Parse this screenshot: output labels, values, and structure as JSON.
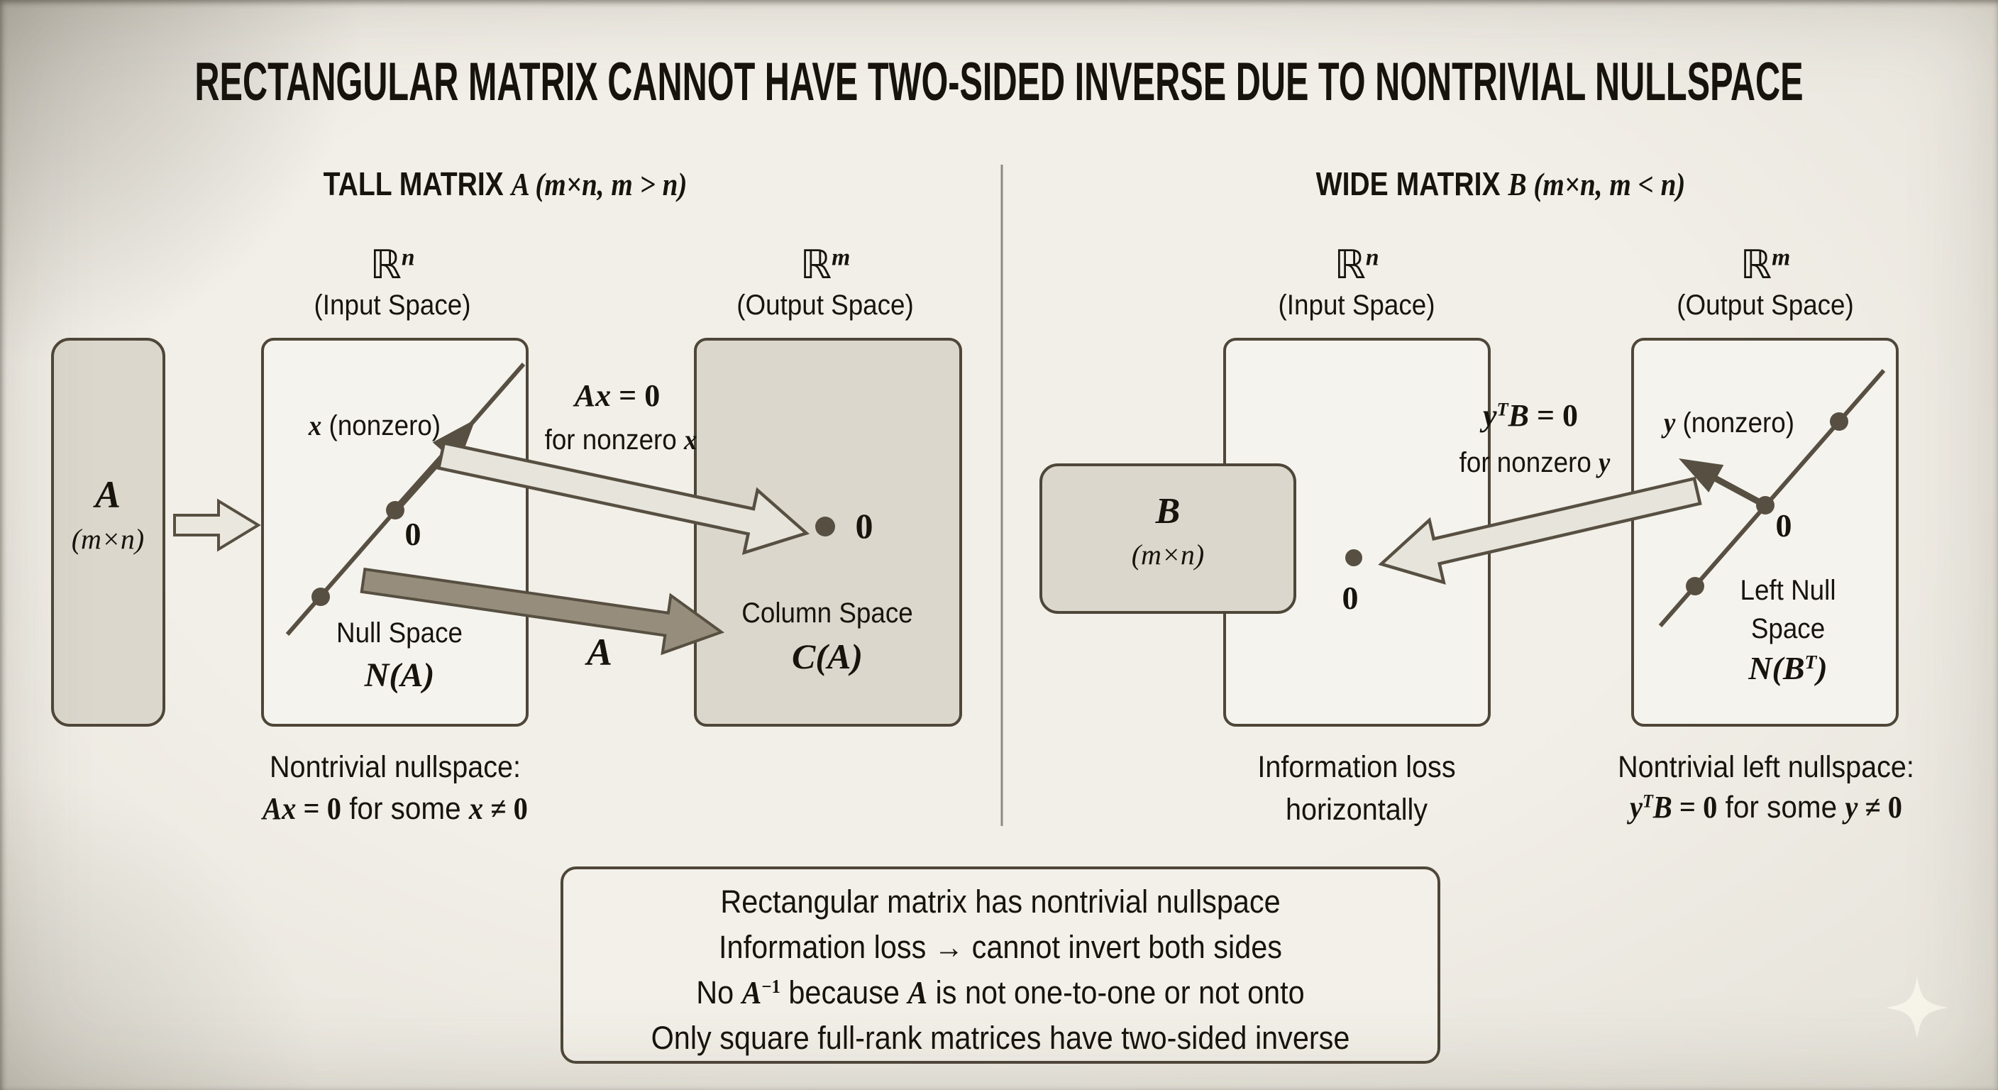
{
  "title": "RECTANGULAR MATRIX CANNOT HAVE TWO-SIDED INVERSE DUE TO NONTRIVIAL NULLSPACE",
  "left_panel": {
    "header_label": "TALL MATRIX ",
    "header_math": "A (m×n, m > n)",
    "rn": {
      "sym": "ℝ",
      "sup": "n",
      "caption": "(Input Space)"
    },
    "rm": {
      "sym": "ℝ",
      "sup": "m",
      "caption": "(Output Space)"
    },
    "matrix_box": {
      "letter": "A",
      "dims": "(m×n)"
    },
    "x_vector": {
      "math": "x",
      "rest": " (nonzero)"
    },
    "origin_label": "0",
    "null_space_line1": "Null Space",
    "null_space_math": "N(A)",
    "ax_eq_math": "Ax",
    "ax_eq_rest": " = 0",
    "ax_sub": "for nonzero ",
    "ax_sub_math": "x",
    "map_label": "A",
    "column_zero": "0",
    "column_space_line1": "Column Space",
    "column_space_math": "C(A)",
    "caption_line1": "Nontrivial nullspace:",
    "caption_math1": "Ax",
    "caption_eq1": " = 0",
    "caption_mid": " for some ",
    "caption_math2": "x",
    "caption_eq2": " ≠ 0"
  },
  "right_panel": {
    "header_label": "WIDE MATRIX ",
    "header_math": "B (m×n, m < n)",
    "rn": {
      "sym": "ℝ",
      "sup": "n",
      "caption": "(Input Space)"
    },
    "rm": {
      "sym": "ℝ",
      "sup": "m",
      "caption": "(Output Space)"
    },
    "matrix_box": {
      "letter": "B",
      "dims": "(m×n)"
    },
    "ytb_y": "y",
    "ytb_sup": "T",
    "ytb_B": "B",
    "ytb_eq": " = 0",
    "ytb_sub": "for nonzero ",
    "ytb_sub_math": "y",
    "y_vector": {
      "math": "y",
      "rest": " (nonzero)"
    },
    "origin_label": "0",
    "zero_label": "0",
    "left_null_line1": "Left Null",
    "left_null_line2": "Space",
    "left_null_math_base": "N(B",
    "left_null_math_sup": "T",
    "left_null_math_close": ")",
    "caption_mid_line1": "Information loss",
    "caption_mid_line2": "horizontally",
    "caption_right_line1": "Nontrivial left nullspace:",
    "cr_y": "y",
    "cr_sup": "T",
    "cr_B": "B",
    "cr_eq": " = 0",
    "cr_mid": " for some ",
    "cr_y2": "y",
    "cr_eq2": " ≠ 0"
  },
  "summary_box": {
    "line1": "Rectangular matrix has nontrivial nullspace",
    "line2": "Information loss → cannot invert both sides",
    "line3_pre": "No ",
    "line3_math1": "A",
    "line3_sup": "−1",
    "line3_mid": " because ",
    "line3_math2": "A",
    "line3_post": " is not one-to-one or not onto",
    "line4": "Only square full-rank matrices have two-sided inverse"
  },
  "colors": {
    "background": "#eeebe4",
    "box_fill_gray": "#dbd7cc",
    "box_fill_light": "#f5f3ed",
    "border": "#4e4739",
    "line": "#574f41",
    "arrow_light_fill": "#e7e4db",
    "arrow_dark_fill": "#968d7c",
    "text": "#17130d"
  }
}
